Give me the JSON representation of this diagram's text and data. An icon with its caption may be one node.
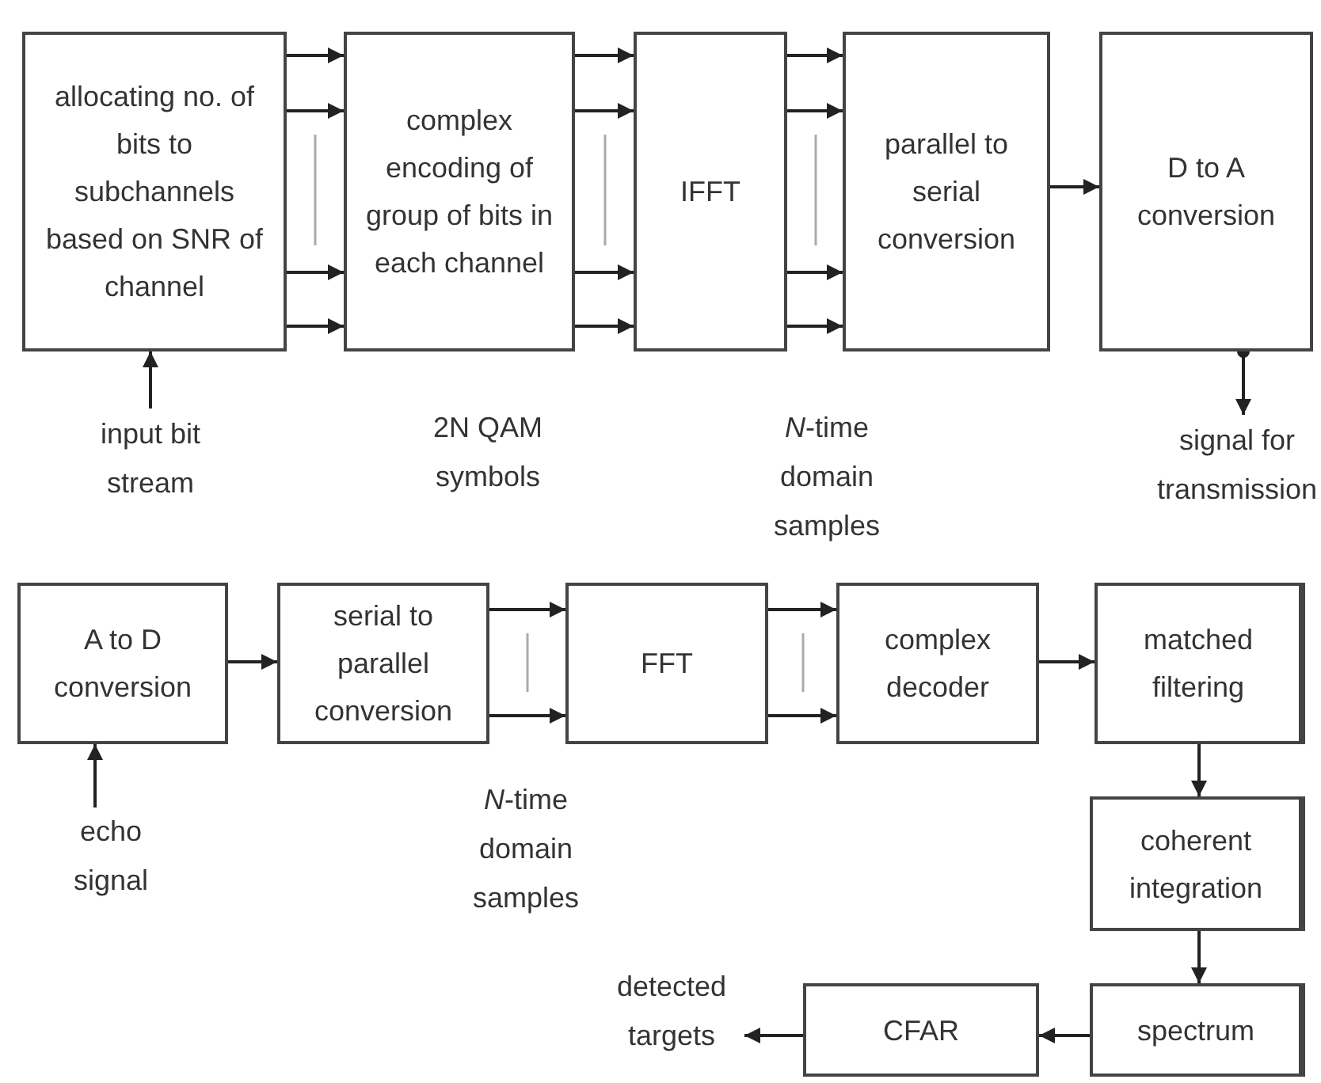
{
  "diagram": {
    "nodes": [
      {
        "text": [
          "allocating no. of bits to subchannels based on SNR of channel"
        ]
      },
      {
        "text": [
          "complex encoding of group of bits in each channel"
        ]
      },
      {
        "text": [
          "IFFT"
        ]
      },
      {
        "text": [
          "parallel to serial conversion"
        ]
      },
      {
        "text": [
          "D to A conversion"
        ]
      },
      {
        "text": [
          "input bit stream"
        ]
      },
      {
        "text": [
          "signal for transmission"
        ]
      },
      {
        "text": [
          "A to D conversion"
        ]
      },
      {
        "text": [
          "serial to parallel conversion"
        ]
      },
      {
        "text": [
          "FFT"
        ]
      },
      {
        "text": [
          "complex decoder"
        ]
      },
      {
        "text": [
          "matched filtering"
        ]
      },
      {
        "text": [
          "echo signal"
        ]
      },
      {
        "text": [
          "coherent integration"
        ]
      },
      {
        "text": [
          "detected targets"
        ]
      },
      {
        "text": [
          "CFAR"
        ]
      },
      {
        "text": [
          "spectrum"
        ]
      }
    ],
    "edges": [
      {
        "from": 0,
        "to": 1,
        "arrow": "to"
      },
      {
        "from": 0,
        "to": 1,
        "arrow": "to"
      },
      {
        "from": 0,
        "to": 1,
        "arrow": "to"
      },
      {
        "from": 0,
        "to": 1,
        "arrow": "to"
      },
      {
        "from": 1,
        "to": 2,
        "arrow": "to"
      },
      {
        "from": 1,
        "to": 2,
        "arrow": "to"
      },
      {
        "from": 1,
        "to": 2,
        "arrow": "to"
      },
      {
        "from": 1,
        "to": 2,
        "arrow": "to"
      },
      {
        "from": 2,
        "to": 3,
        "arrow": "to"
      },
      {
        "from": 2,
        "to": 3,
        "arrow": "to"
      },
      {
        "from": 2,
        "to": 3,
        "arrow": "to"
      },
      {
        "from": 2,
        "to": 3,
        "arrow": "to"
      },
      {
        "from": 3,
        "to": 4,
        "arrow": "to"
      },
      {
        "from": 5,
        "to": 0,
        "arrow": "to"
      },
      {
        "from": 4,
        "to": 6,
        "arrow": "to"
      },
      {
        "from": 12,
        "to": 7,
        "arrow": "to"
      },
      {
        "from": 7,
        "to": 8,
        "arrow": "to"
      },
      {
        "from": 8,
        "to": 9,
        "arrow": "to"
      },
      {
        "from": 8,
        "to": 9,
        "arrow": "to"
      },
      {
        "from": 9,
        "to": 10,
        "arrow": "to"
      },
      {
        "from": 9,
        "to": 10,
        "arrow": "to"
      },
      {
        "from": 10,
        "to": 11,
        "arrow": "to"
      },
      {
        "from": 11,
        "to": 13,
        "arrow": "to"
      },
      {
        "from": 13,
        "to": 16,
        "arrow": "to"
      },
      {
        "from": 16,
        "to": 15,
        "arrow": "to"
      },
      {
        "from": 15,
        "to": 14,
        "arrow": "to"
      }
    ],
    "labels": [
      "2N QAM symbols",
      "*N*-time domain samples",
      "*N*-time domain samples"
    ]
  }
}
